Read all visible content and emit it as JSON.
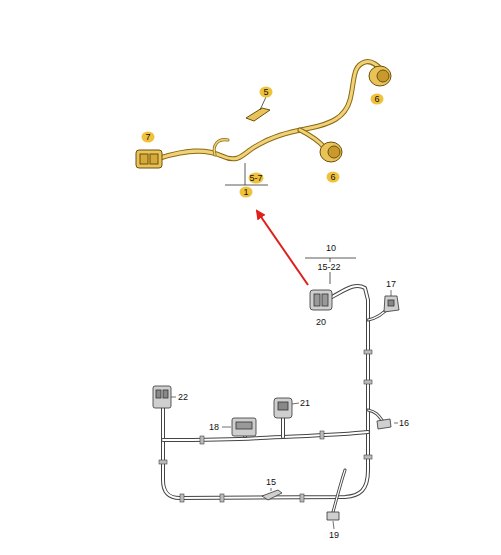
{
  "diagram": {
    "labels": [
      "5",
      "6",
      "7",
      "5-7",
      "1",
      "6",
      "10",
      "15-22",
      "17",
      "20",
      "16",
      "22",
      "21",
      "18",
      "15",
      "19"
    ]
  }
}
